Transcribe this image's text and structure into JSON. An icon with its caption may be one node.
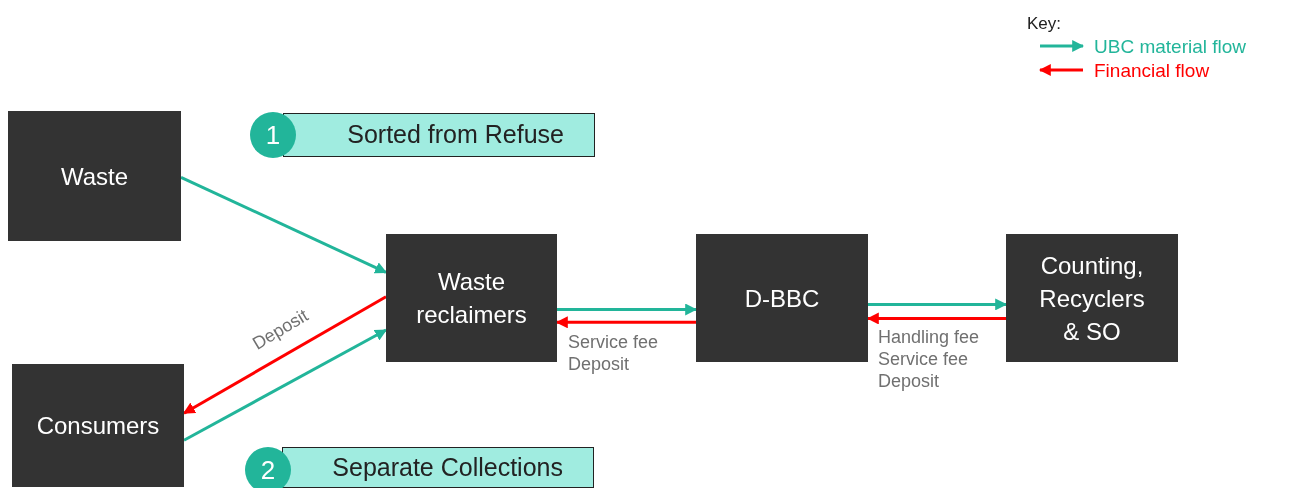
{
  "diagram": {
    "nodes": [
      {
        "text": [
          "Waste"
        ]
      },
      {
        "text": [
          "1"
        ]
      },
      {
        "text": [
          "Sorted from Refuse"
        ]
      },
      {
        "text": [
          "Waste reclaimers"
        ]
      },
      {
        "text": [
          "D-BBC"
        ]
      },
      {
        "text": [
          "Counting, Recyclers & SO"
        ]
      },
      {
        "text": [
          "Consumers"
        ]
      },
      {
        "text": [
          "2"
        ]
      },
      {
        "text": [
          "Separate Collections"
        ]
      }
    ],
    "edges": [
      {
        "from": 0,
        "to": 3,
        "arrow": "to"
      },
      {
        "from": 3,
        "to": 6,
        "arrow": "to",
        "label": "Deposit",
        "color": "#ff0000"
      },
      {
        "from": 6,
        "to": 3,
        "arrow": "to"
      },
      {
        "from": 3,
        "to": 4,
        "arrow": "to"
      },
      {
        "from": 4,
        "to": 3,
        "arrow": "to",
        "label": "Service fee Deposit",
        "color": "#ff0000"
      },
      {
        "from": 4,
        "to": 5,
        "arrow": "to"
      },
      {
        "from": 5,
        "to": 4,
        "arrow": "to",
        "label": "Handling fee Service fee Deposit",
        "color": "#ff0000"
      }
    ],
    "labels": [
      "Key:"
    ],
    "legend": [
      {
        "text": "UBC material flow",
        "color": "#22b59a"
      },
      {
        "text": "Financial flow",
        "color": "#ff0000"
      }
    ]
  }
}
